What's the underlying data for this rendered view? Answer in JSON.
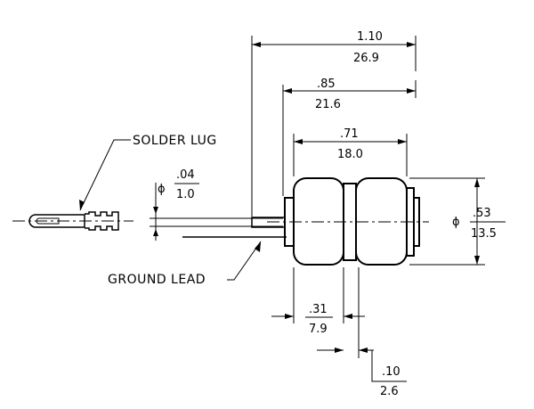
{
  "labels": {
    "solder_lug": "SOLDER LUG",
    "ground_lead": "GROUND LEAD"
  },
  "dimensions": {
    "overall_length": {
      "in": "1.10",
      "mm": "26.9"
    },
    "body_length": {
      "in": ".85",
      "mm": "21.6"
    },
    "cap_span": {
      "in": ".71",
      "mm": "18.0"
    },
    "lead_diameter": {
      "symbol": "ϕ",
      "in": ".04",
      "mm": "1.0"
    },
    "body_diameter": {
      "symbol": "ϕ",
      "in": ".53",
      "mm": "13.5"
    },
    "segment_length": {
      "in": ".31",
      "mm": "7.9"
    },
    "gap_width": {
      "in": ".10",
      "mm": "2.6"
    }
  }
}
